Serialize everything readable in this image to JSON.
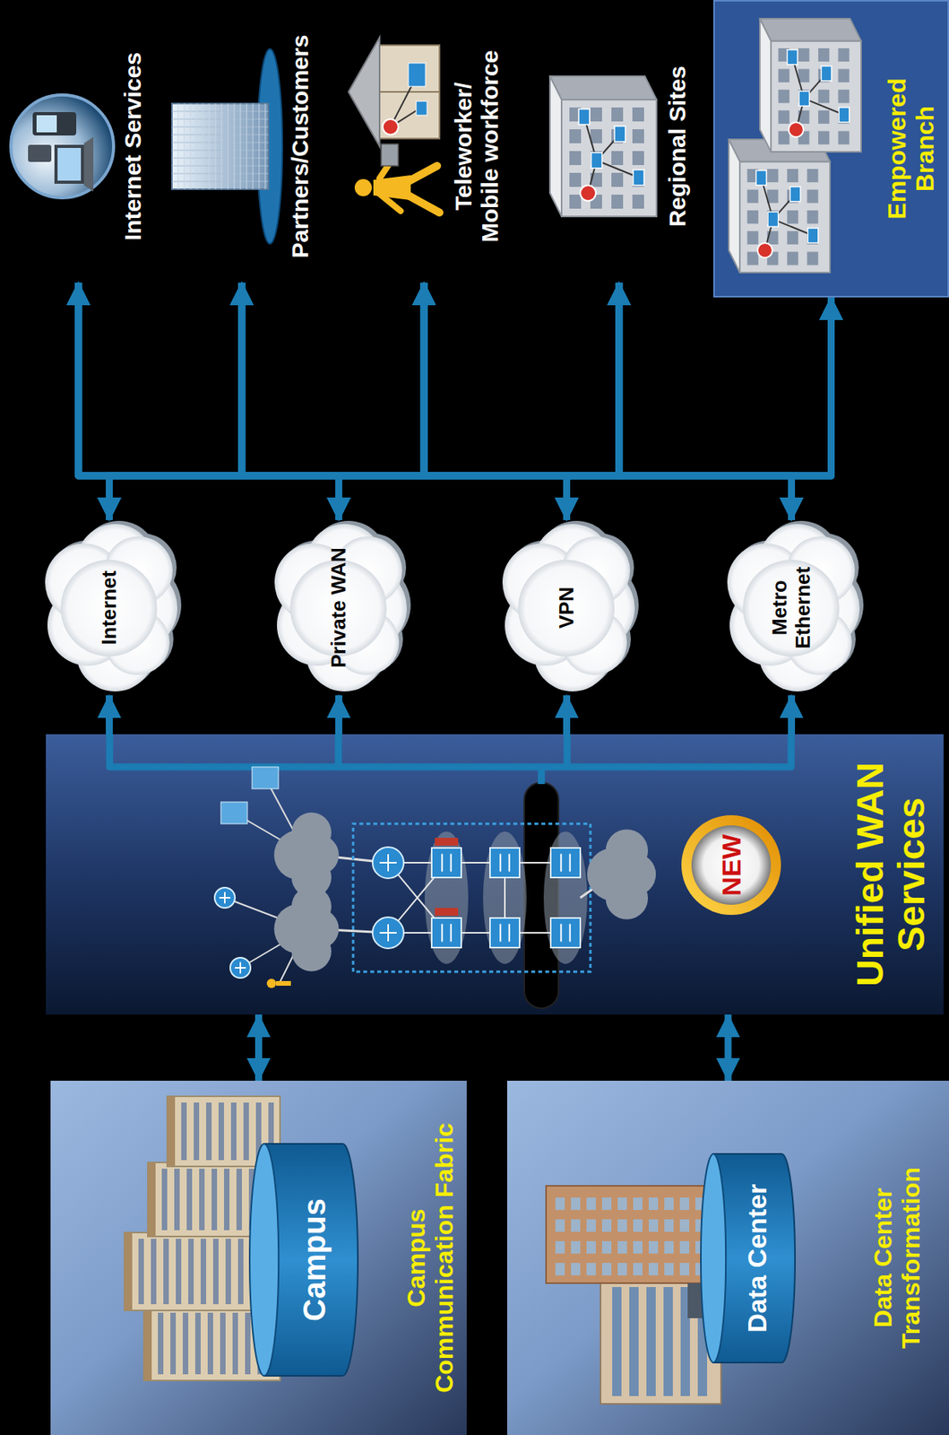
{
  "diagram": {
    "nodes": [
      {
        "text": [
          "Campus Communication Fabric"
        ]
      },
      {
        "text": [
          "Campus"
        ],
        "in": 0
      },
      {
        "text": [
          "Data Center Transformation"
        ]
      },
      {
        "text": [
          "Data Center"
        ],
        "in": 2
      },
      {
        "text": [
          "Unified WAN Services"
        ]
      },
      {
        "text": [
          "NEW"
        ],
        "in": 4
      },
      {
        "text": [
          "Internet"
        ]
      },
      {
        "text": [
          "Private WAN"
        ]
      },
      {
        "text": [
          "VPN"
        ]
      },
      {
        "text": [
          "Metro Ethernet"
        ]
      },
      {
        "text": [
          "Internet Services"
        ]
      },
      {
        "text": [
          "Partners/Customers"
        ]
      },
      {
        "text": [
          "Teleworker/ Mobile workforce"
        ]
      },
      {
        "text": [
          "Regional Sites"
        ]
      },
      {
        "text": [
          "Empowered Branch"
        ]
      }
    ],
    "edges": [
      {
        "from": 0,
        "to": 4,
        "arrow": "both"
      },
      {
        "from": 2,
        "to": 4,
        "arrow": "both"
      },
      {
        "from": 4,
        "to": 6,
        "arrow": "to"
      },
      {
        "from": 4,
        "to": 7,
        "arrow": "to"
      },
      {
        "from": 4,
        "to": 8,
        "arrow": "to"
      },
      {
        "from": 4,
        "to": 9,
        "arrow": "to"
      },
      {
        "from": 6,
        "to": 10,
        "arrow": "both"
      },
      {
        "from": 6,
        "to": 11,
        "arrow": "both"
      },
      {
        "from": 6,
        "to": 12,
        "arrow": "both"
      },
      {
        "from": 6,
        "to": 13,
        "arrow": "both"
      },
      {
        "from": 6,
        "to": 14,
        "arrow": "both"
      },
      {
        "from": 7,
        "to": 10,
        "arrow": "both"
      },
      {
        "from": 7,
        "to": 11,
        "arrow": "both"
      },
      {
        "from": 7,
        "to": 12,
        "arrow": "both"
      },
      {
        "from": 7,
        "to": 13,
        "arrow": "both"
      },
      {
        "from": 7,
        "to": 14,
        "arrow": "both"
      },
      {
        "from": 8,
        "to": 10,
        "arrow": "both"
      },
      {
        "from": 8,
        "to": 11,
        "arrow": "both"
      },
      {
        "from": 8,
        "to": 12,
        "arrow": "both"
      },
      {
        "from": 8,
        "to": 13,
        "arrow": "both"
      },
      {
        "from": 8,
        "to": 14,
        "arrow": "both"
      },
      {
        "from": 9,
        "to": 10,
        "arrow": "both"
      },
      {
        "from": 9,
        "to": 11,
        "arrow": "both"
      },
      {
        "from": 9,
        "to": 12,
        "arrow": "both"
      },
      {
        "from": 9,
        "to": 13,
        "arrow": "both"
      },
      {
        "from": 9,
        "to": 14,
        "arrow": "both"
      }
    ]
  }
}
